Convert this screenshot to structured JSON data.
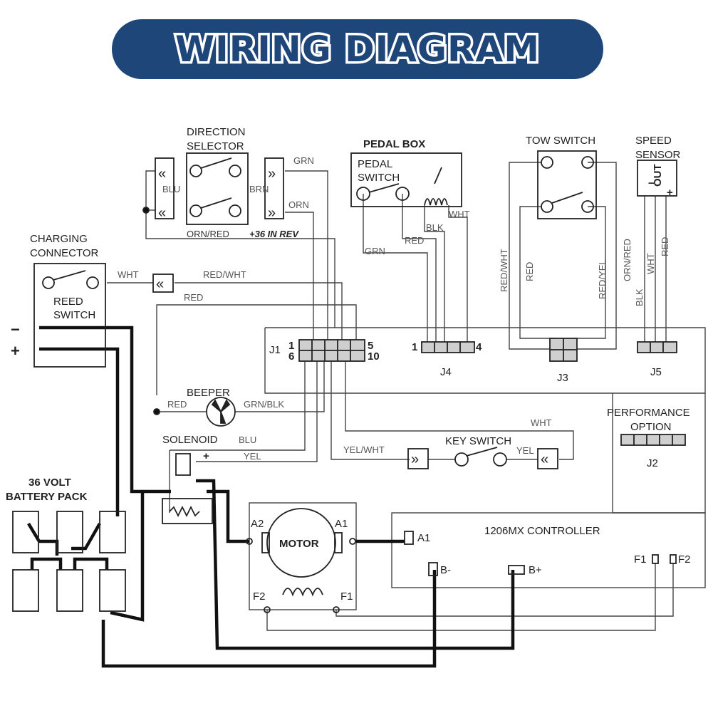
{
  "title": "WIRING DIAGRAM",
  "components": {
    "direction_selector": [
      "DIRECTION",
      "SELECTOR"
    ],
    "pedal_box": "PEDAL BOX",
    "pedal_switch": [
      "PEDAL",
      "SWITCH"
    ],
    "tow_switch": "TOW SWITCH",
    "speed_sensor": [
      "SPEED",
      "SENSOR"
    ],
    "sensor_out": "OUT",
    "charging_connector": [
      "CHARGING",
      "CONNECTOR"
    ],
    "reed_switch": [
      "REED",
      "SWITCH"
    ],
    "beeper": "BEEPER",
    "solenoid": "SOLENOID",
    "battery_pack": [
      "36 VOLT",
      "BATTERY PACK"
    ],
    "motor": "MOTOR",
    "key_switch": "KEY SWITCH",
    "performance_option": [
      "PERFORMANCE",
      "OPTION"
    ],
    "controller": "1206MX CONTROLLER"
  },
  "connectors": {
    "j1": "J1",
    "j2": "J2",
    "j3": "J3",
    "j4": "J4",
    "j5": "J5",
    "j1_pins": [
      "1",
      "6",
      "5",
      "10"
    ],
    "j4_pins": [
      "1",
      "4"
    ]
  },
  "terminals": {
    "a1": "A1",
    "a2": "A2",
    "f1": "F1",
    "f2": "F2",
    "b_minus": "B-",
    "b_plus": "B+",
    "ctrl_a1": "A1",
    "ctrl_f1": "F1",
    "ctrl_f2": "F2",
    "minus": "−",
    "plus": "+"
  },
  "wires": {
    "grn_top": "GRN",
    "blu": "BLU",
    "brn": "BRN",
    "orn": "ORN",
    "orn_red": "ORN/RED",
    "rev_note": "+36 IN REV",
    "grn_pedal": "GRN",
    "red_pedal": "RED",
    "blk_pedal": "BLK",
    "wht_pedal": "WHT",
    "red_wht_tow": "RED/WHT",
    "red_tow": "RED",
    "red_yel_tow": "RED/YEL",
    "orn_red_sensor": "ORN/RED",
    "blk_sensor": "BLK",
    "wht_sensor": "WHT",
    "red_sensor": "RED",
    "wht_charge": "WHT",
    "red_wht_charge": "RED/WHT",
    "red_charge": "RED",
    "red_beeper": "RED",
    "grn_blk_beeper": "GRN/BLK",
    "blu_solenoid": "BLU",
    "yel_solenoid": "YEL",
    "wht_key": "WHT",
    "yel_wht_key": "YEL/WHT",
    "yel_key": "YEL"
  }
}
